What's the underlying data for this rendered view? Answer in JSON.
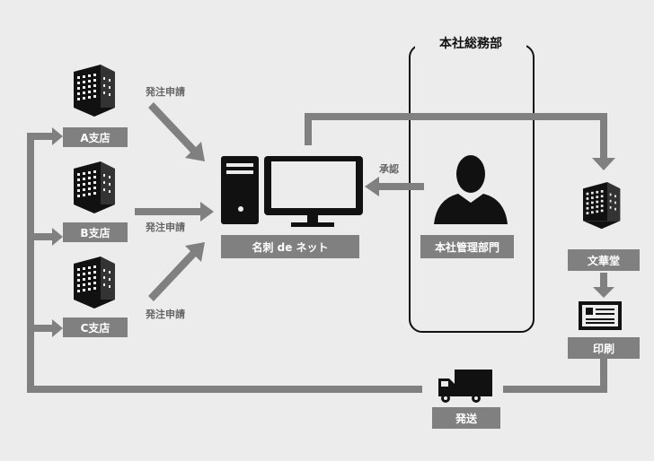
{
  "hq_title": "本社総務部",
  "branches": [
    {
      "label": "A支店"
    },
    {
      "label": "B支店"
    },
    {
      "label": "C支店"
    }
  ],
  "request_label": "発注申請",
  "system_label": "名刺 de ネット",
  "approval_label": "承認",
  "admin_label": "本社管理部門",
  "printer_label": "文華堂",
  "print_label": "印刷",
  "ship_label": "発送",
  "colors": {
    "background": "#ececec",
    "arrow": "#808080",
    "box": "#808080",
    "icon": "#111111",
    "box_text": "#ffffff"
  },
  "icons": [
    "office-building-icon",
    "desktop-computer-icon",
    "person-silhouette-icon",
    "business-card-icon",
    "delivery-truck-icon"
  ]
}
